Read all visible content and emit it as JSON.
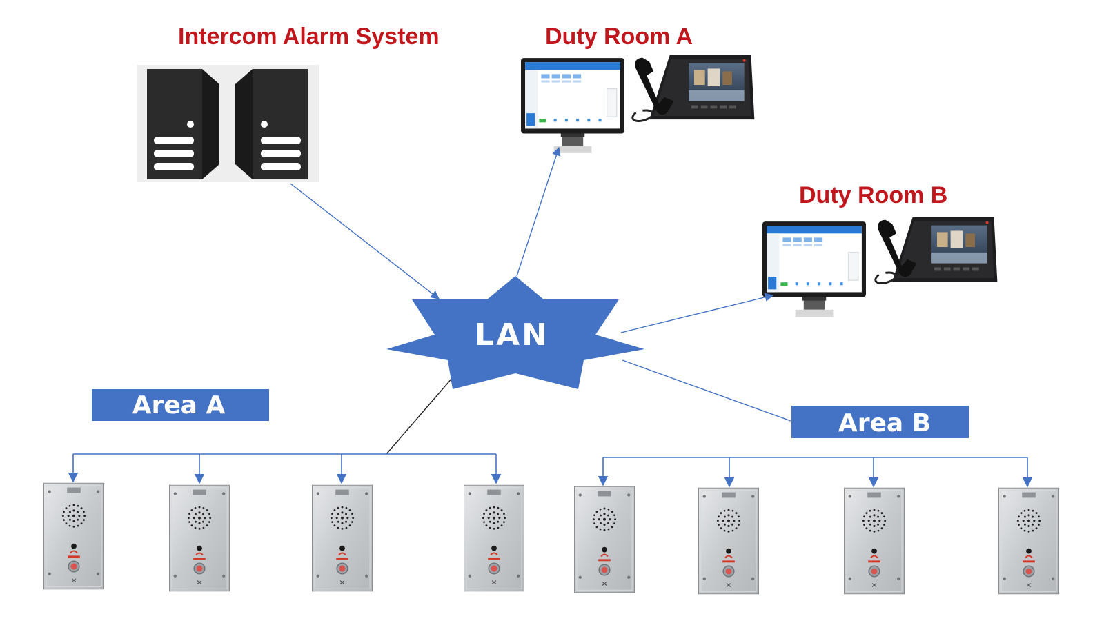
{
  "labels": {
    "system_title": "Intercom Alarm System",
    "duty_room_a": "Duty Room A",
    "duty_room_b": "Duty Room B",
    "lan": "LAN",
    "area_a": "Area A",
    "area_b": "Area B"
  },
  "colors": {
    "accent_red": "#c0161c",
    "lan_blue": "#4472c4",
    "link_blue": "#4472c4",
    "panel_steel": "#c9ccd0"
  },
  "icons": {
    "servers": "server-icon",
    "monitor": "monitor-icon",
    "phone": "ip-phone-icon",
    "intercom": "intercom-panel-icon"
  }
}
